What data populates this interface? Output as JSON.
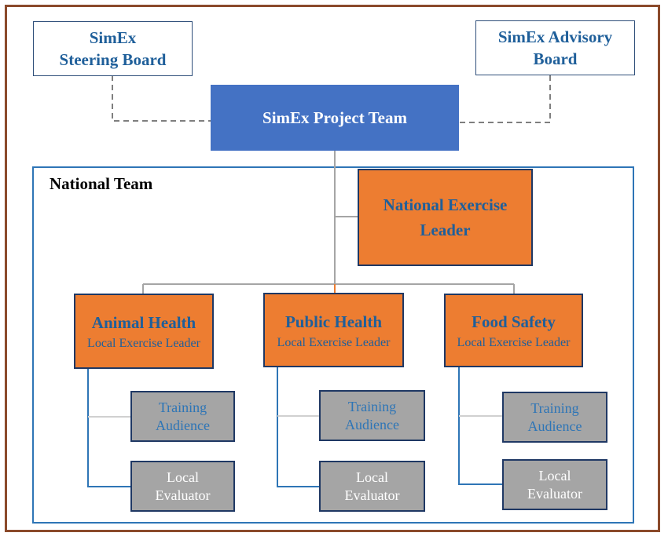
{
  "steering_board": {
    "line1": "SimEx",
    "line2": "Steering Board"
  },
  "advisory_board": {
    "line1": "SimEx Advisory",
    "line2": "Board"
  },
  "project_team": {
    "label": "SimEx Project Team"
  },
  "national_team": {
    "label": "National Team"
  },
  "national_leader": {
    "line1": "National Exercise",
    "line2": "Leader"
  },
  "branches": [
    {
      "title": "Animal Health",
      "subtitle": "Local Exercise Leader",
      "training": {
        "line1": "Training",
        "line2": "Audience"
      },
      "evaluator": {
        "line1": "Local",
        "line2": "Evaluator"
      }
    },
    {
      "title": "Public Health",
      "subtitle": "Local Exercise Leader",
      "training": {
        "line1": "Training",
        "line2": "Audience"
      },
      "evaluator": {
        "line1": "Local",
        "line2": "Evaluator"
      }
    },
    {
      "title": "Food Safety",
      "subtitle": "Local Exercise Leader",
      "training": {
        "line1": "Training",
        "line2": "Audience"
      },
      "evaluator": {
        "line1": "Local",
        "line2": "Evaluator"
      }
    }
  ],
  "colors": {
    "frame": "#8b4a2b",
    "project_team": "#4472c4",
    "leader": "#ed7d31",
    "member": "#a5a5a5",
    "text_blue": "#1f5f9a",
    "national_frame": "#2e75b6"
  }
}
